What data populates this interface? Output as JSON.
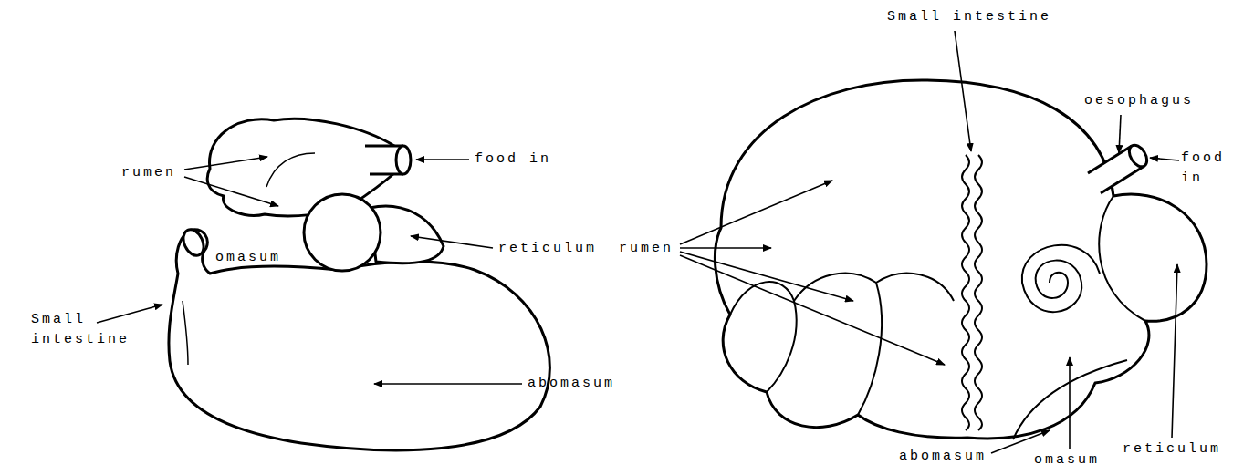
{
  "diagram": {
    "labels": [
      "rumen",
      "food in",
      "omasum",
      "reticulum",
      "Small intestine",
      "abomasum",
      "Small intestine",
      "rumen",
      "oesophagus",
      "food in",
      "abomasum",
      "omasum",
      "reticulum"
    ]
  }
}
